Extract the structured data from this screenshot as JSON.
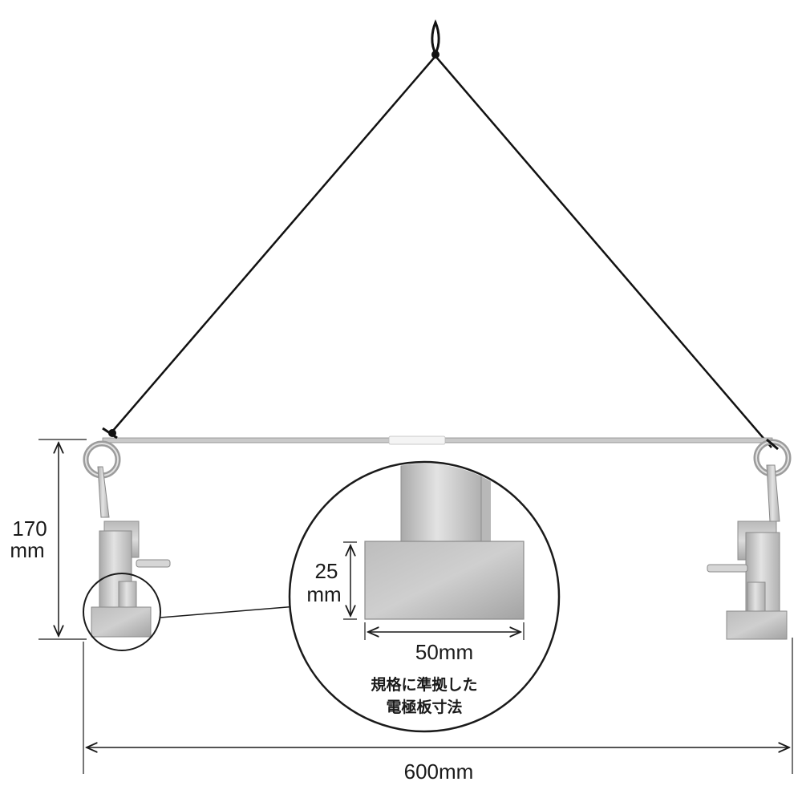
{
  "dimensions": {
    "height_value": "170",
    "height_unit": "mm",
    "width_label": "600mm",
    "plate_height_value": "25",
    "plate_height_unit": "mm",
    "plate_width_label": "50mm"
  },
  "note": {
    "line1": "規格に準拠した",
    "line2": "電極板寸法"
  },
  "colors": {
    "line": "#1a1a1a",
    "metal_light": "#e4e4e4",
    "metal_mid": "#c8c8c8",
    "metal_dark": "#9a9a9a",
    "wire": "#111111",
    "rod": "#bdbdbd"
  }
}
